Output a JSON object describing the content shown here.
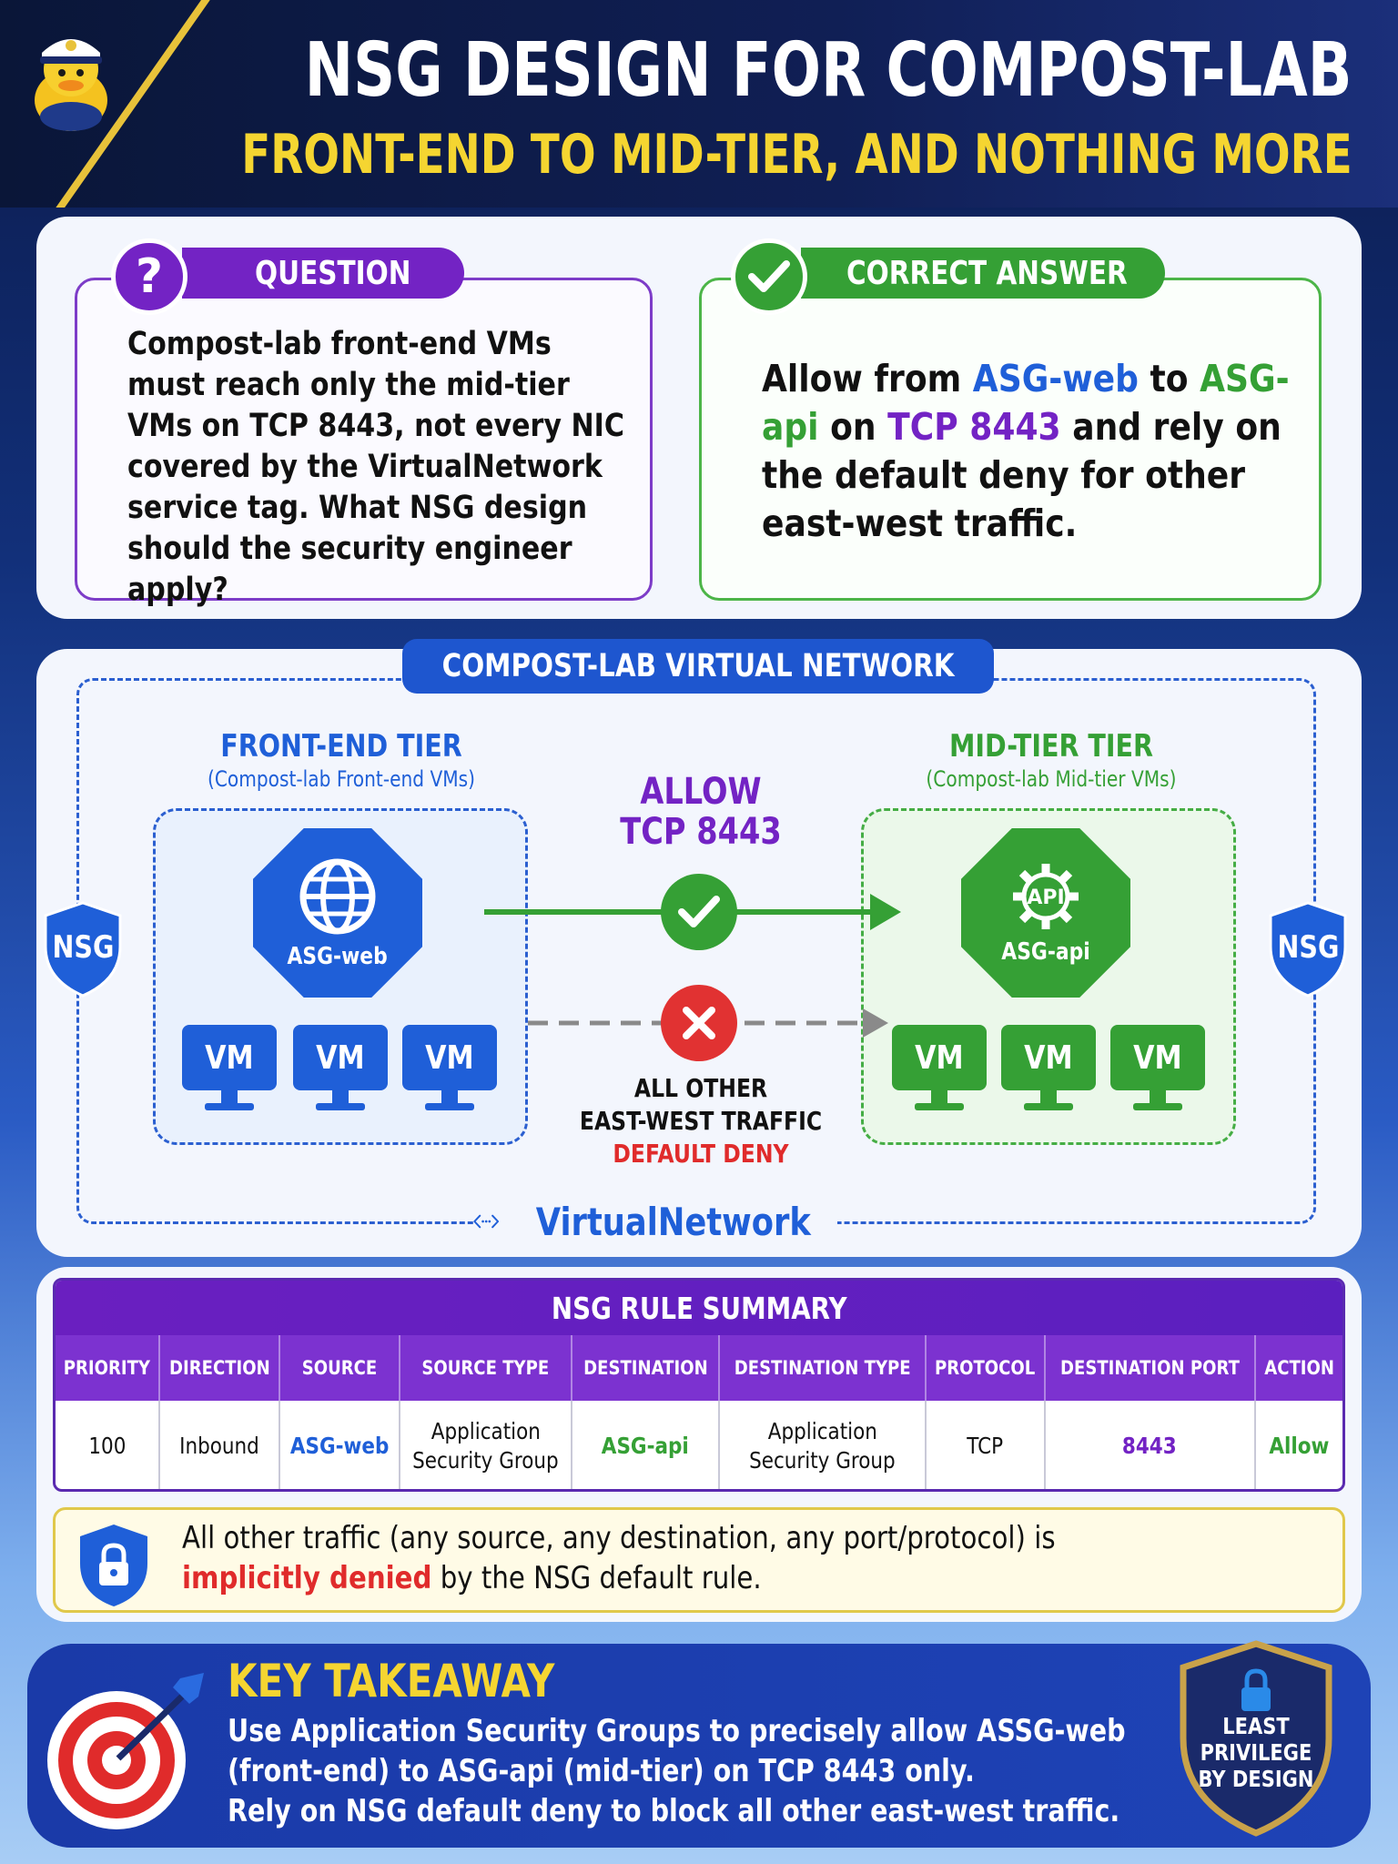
{
  "header": {
    "title": "NSG DESIGN FOR COMPOST-LAB",
    "subtitle": "FRONT-END TO MID-TIER, AND NOTHING MORE"
  },
  "question": {
    "tag": "QUESTION",
    "icon": "?",
    "text": "Compost-lab front-end VMs must reach only the mid-tier VMs on TCP 8443, not every NIC covered by the VirtualNetwork service tag. What NSG design should the security engineer apply?"
  },
  "answer": {
    "tag": "CORRECT ANSWER",
    "part1": "Allow from ",
    "src": "ASG-web",
    "part2": " to ",
    "dst": "ASG-api",
    "part3": " on ",
    "port": "TCP 8443",
    "part4": " and rely on the default deny for other east-west traffic."
  },
  "network": {
    "title": "COMPOST-LAB VIRTUAL NETWORK",
    "frontend": {
      "title": "FRONT-END TIER",
      "sub": "(Compost-lab Front-end VMs)",
      "asg": "ASG-web"
    },
    "midtier": {
      "title": "MID-TIER TIER",
      "sub": "(Compost-lab Mid-tier VMs)",
      "asg": "ASG-api"
    },
    "vm_label": "VM",
    "allow_line1": "ALLOW",
    "allow_line2": "TCP 8443",
    "deny_line1": "ALL OTHER",
    "deny_line2": "EAST-WEST TRAFFIC",
    "deny_line3": "DEFAULT DENY",
    "nsg_label": "NSG",
    "vnet_label": "VirtualNetwork",
    "colors": {
      "blue": "#1f5fd8",
      "green": "#35a035",
      "purple": "#7323c4",
      "red": "#e02b2b"
    }
  },
  "rules": {
    "title": "NSG RULE SUMMARY",
    "headers": [
      "PRIORITY",
      "DIRECTION",
      "SOURCE",
      "SOURCE TYPE",
      "DESTINATION",
      "DESTINATION TYPE",
      "PROTOCOL",
      "DESTINATION PORT",
      "ACTION"
    ],
    "row": {
      "priority": "100",
      "direction": "Inbound",
      "source": "ASG-web",
      "source_type_1": "Application",
      "source_type_2": "Security Group",
      "destination": "ASG-api",
      "dest_type_1": "Application",
      "dest_type_2": "Security Group",
      "protocol": "TCP",
      "port": "8443",
      "action": "Allow"
    },
    "note_part1": "All other traffic (any source, any destination, any port/protocol) is ",
    "note_red": "implicitly denied",
    "note_part2": " by the NSG default rule."
  },
  "takeaway": {
    "title": "KEY TAKEAWAY",
    "line1": "Use Application Security Groups to precisely allow ASSG-web",
    "line2": "(front-end) to ASG-api (mid-tier) on TCP 8443 only.",
    "line3": "Rely on NSG default deny to block all other east-west traffic.",
    "badge_1": "LEAST",
    "badge_2": "PRIVILEGE",
    "badge_3": "BY DESIGN"
  }
}
